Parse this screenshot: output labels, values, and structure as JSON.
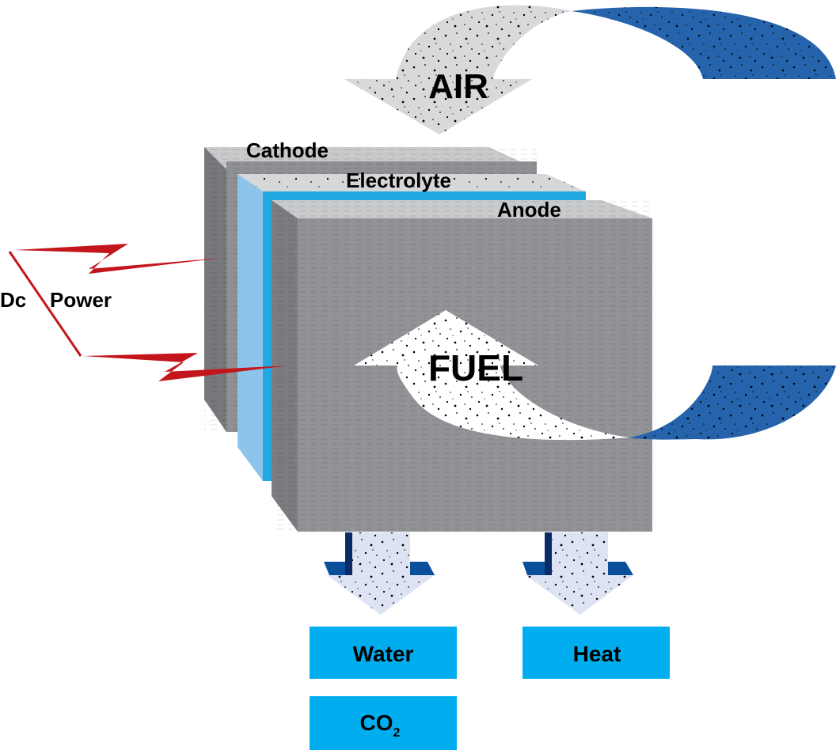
{
  "title": "Fuel Cell Operation",
  "flows": {
    "air": {
      "label": "AIR",
      "direction": "down"
    },
    "fuel": {
      "label": "FUEL",
      "direction": "up"
    }
  },
  "layers": {
    "cathode": "Cathode",
    "electrolyte": "Electrolyte",
    "anode": "Anode"
  },
  "circuit": {
    "label_left": "Dc",
    "label_right": "Power"
  },
  "outputs": {
    "water": "Water",
    "heat": "Heat",
    "co2_base": "CO",
    "co2_sub": "2"
  },
  "colors": {
    "cathode_front": "#8f9094",
    "cathode_side": "#77787b",
    "cathode_top": "#c8c9cb",
    "electrolyte_side": "#8cc4ec",
    "electrolyte_front": "#22a9e1",
    "electrolyte_top": "#d6d7d9",
    "anode_front": "#929397",
    "anode_side": "#7b7c80",
    "anode_top": "#c9cacc",
    "recycle_blue": "#2563ad",
    "air_arrow": "#d8d9db",
    "fuel_arrow": "#ffffff",
    "output_arrow": "#dde3f2",
    "output_arrow_shadow": "#0a4f9c",
    "output_box": "#00aeef",
    "wire": "#c3161c"
  }
}
